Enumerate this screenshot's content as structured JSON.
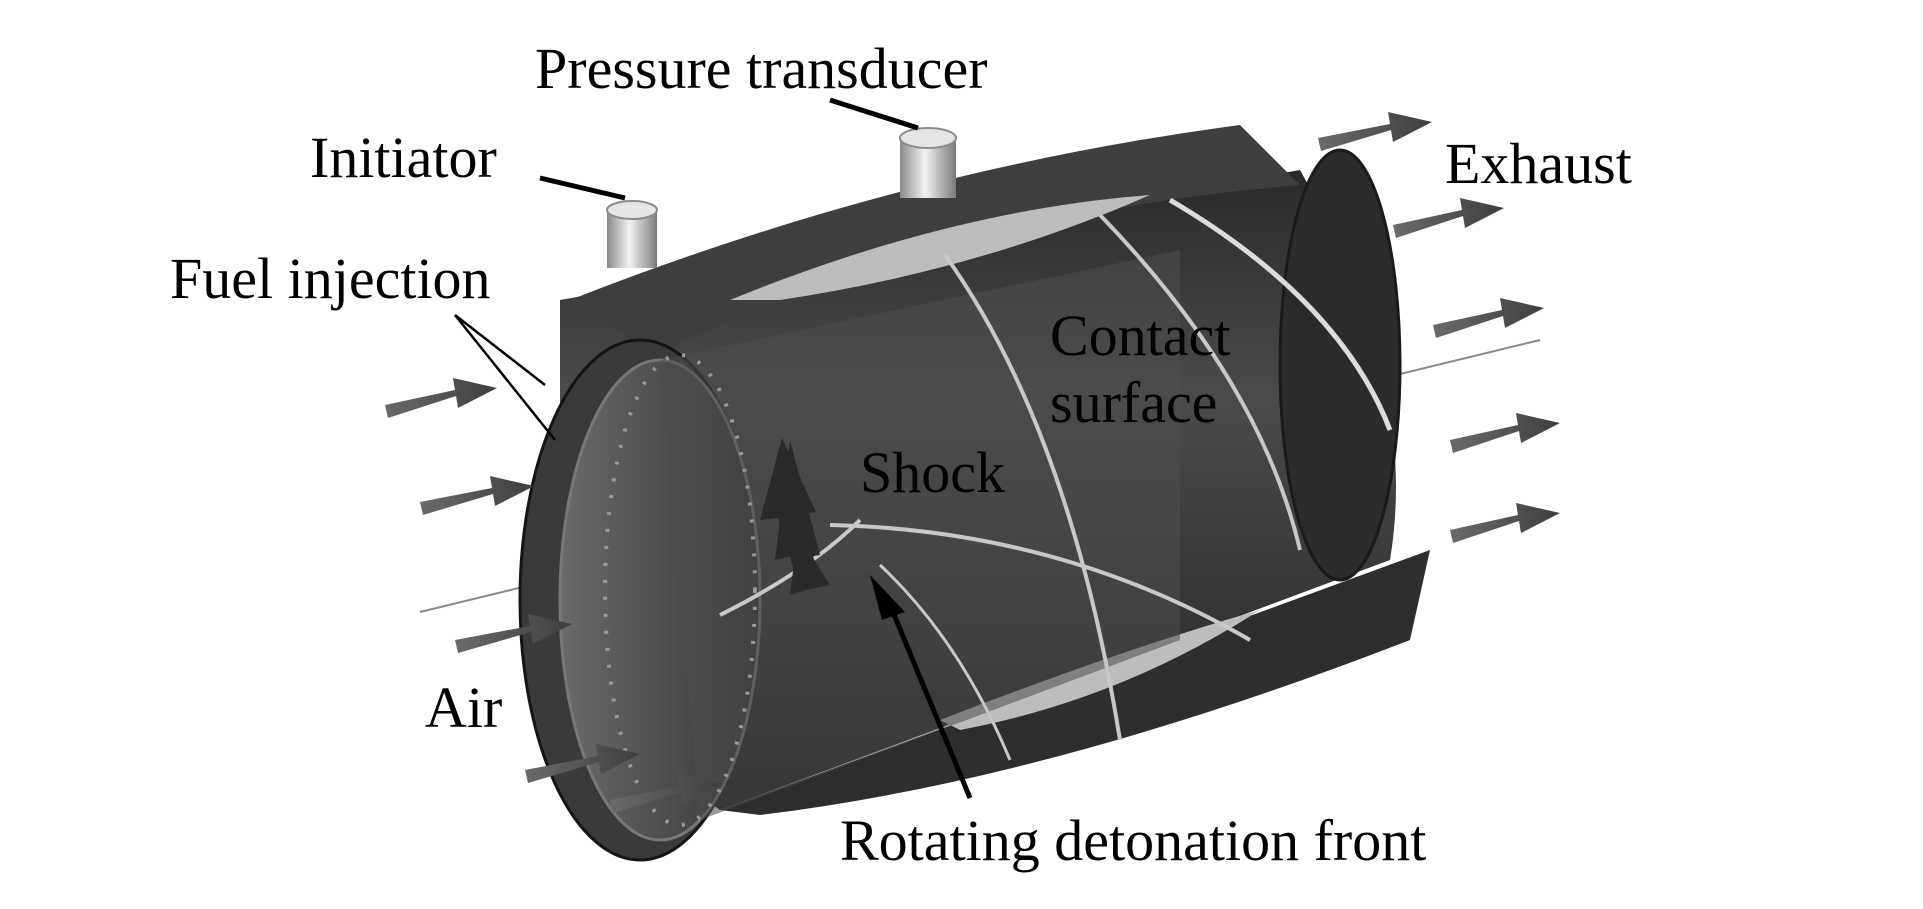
{
  "labels": {
    "pressure_transducer": "Pressure transducer",
    "initiator": "Initiator",
    "exhaust": "Exhaust",
    "fuel_injection": "Fuel injection",
    "contact_line1": "Contact",
    "contact_line2": "surface",
    "shock": "Shock",
    "air": "Air",
    "rotating_front": "Rotating detonation front"
  },
  "colors": {
    "background": "#ffffff",
    "outer_wall": "#3b3b3b",
    "inner_wall": "#5a5a5a",
    "wave_lines": "#c8c8c8",
    "flow_arrows": "#555555",
    "text": "#000000"
  },
  "icons": {
    "flow_arrow": "arrow-right-icon",
    "rotation_arrow": "arrow-up-icon"
  }
}
